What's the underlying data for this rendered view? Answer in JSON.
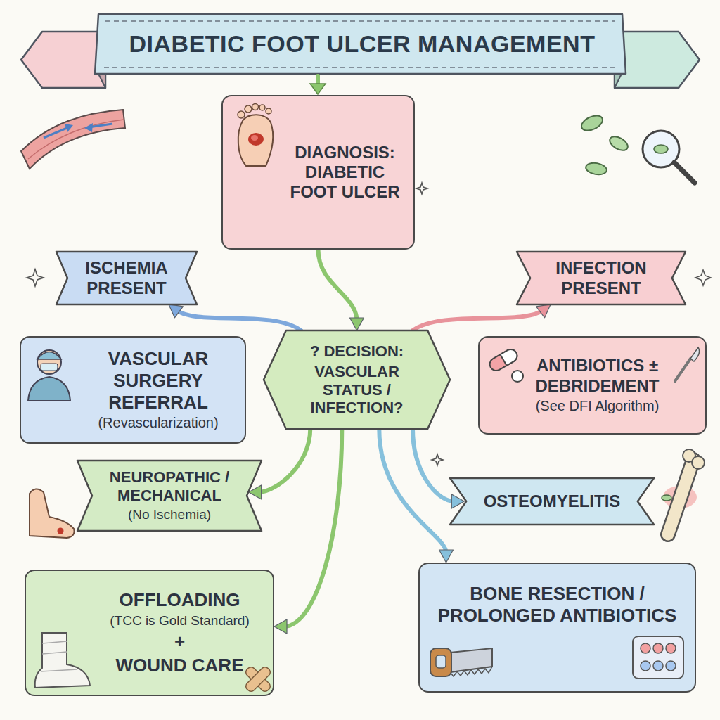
{
  "diagram": {
    "title": "DIABETIC FOOT ULCER MANAGEMENT",
    "nodes": [
      {
        "text": [
          "DIAGNOSIS: DIABETIC FOOT ULCER"
        ]
      },
      {
        "text": [
          "ISCHEMIA PRESENT"
        ]
      },
      {
        "text": [
          "INFECTION PRESENT"
        ]
      },
      {
        "text": [
          "VASCULAR SURGERY REFERRAL",
          "(Revascularization)"
        ]
      },
      {
        "text": [
          "? DECISION:",
          "VASCULAR STATUS / INFECTION?"
        ]
      },
      {
        "text": [
          "ANTIBIOTICS ± DEBRIDEMENT",
          "(See DFI Algorithm)"
        ]
      },
      {
        "text": [
          "NEUROPATHIC / MECHANICAL",
          "(No Ischemia)"
        ]
      },
      {
        "text": [
          "OSTEOMYELITIS"
        ]
      },
      {
        "text": [
          "OFFLOADING",
          "(TCC is Gold Standard)",
          "+",
          "WOUND CARE"
        ]
      },
      {
        "text": [
          "BONE RESECTION / PROLONGED ANTIBIOTICS"
        ]
      }
    ],
    "edges": [
      {
        "from": 0,
        "to": 4,
        "arrow": "to"
      },
      {
        "from": 4,
        "to": 1,
        "arrow": "to"
      },
      {
        "from": 4,
        "to": 2,
        "arrow": "to"
      },
      {
        "from": 4,
        "to": 6,
        "arrow": "to"
      },
      {
        "from": 4,
        "to": 8,
        "arrow": "to"
      },
      {
        "from": 4,
        "to": 7,
        "arrow": "to"
      },
      {
        "from": 4,
        "to": 9,
        "arrow": "to"
      }
    ]
  }
}
